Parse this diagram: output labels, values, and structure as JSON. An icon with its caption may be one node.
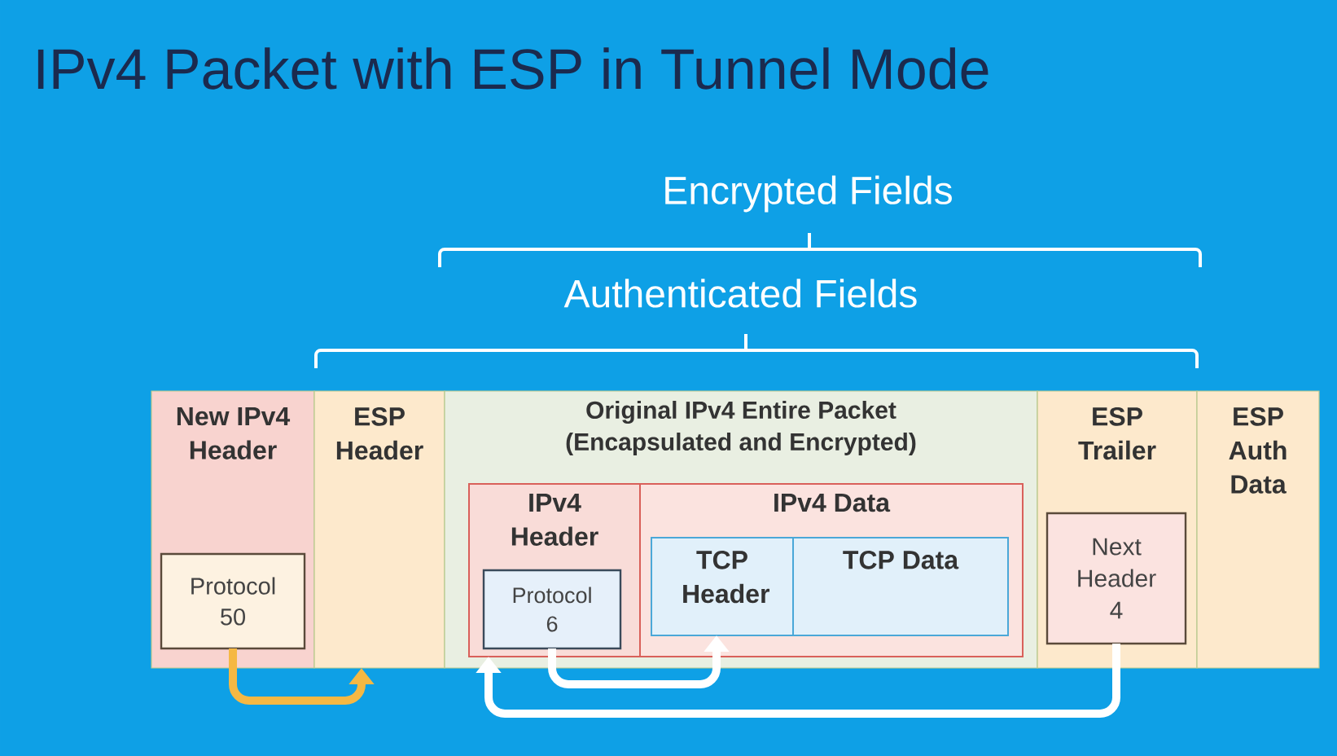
{
  "diagram": {
    "title": "IPv4 Packet with ESP in Tunnel Mode",
    "nodes": [
      {
        "text": [
          "New IPv4 Header"
        ]
      },
      {
        "text": [
          "Protocol 50"
        ],
        "in": 0
      },
      {
        "text": [
          "ESP Header"
        ]
      },
      {
        "text": [
          "Original IPv4 Entire Packet (Encapsulated and Encrypted)"
        ]
      },
      {
        "text": [
          "IPv4 Header"
        ],
        "in": 3
      },
      {
        "text": [
          "Protocol 6"
        ],
        "in": 4
      },
      {
        "text": [
          "IPv4 Data"
        ],
        "in": 3
      },
      {
        "text": [
          "TCP Header"
        ],
        "in": 6
      },
      {
        "text": [
          "TCP Data"
        ],
        "in": 6
      },
      {
        "text": [
          "ESP Trailer"
        ]
      },
      {
        "text": [
          "Next Header 4"
        ],
        "in": 9
      },
      {
        "text": [
          "ESP Auth Data"
        ]
      }
    ],
    "edges": [
      {
        "from": 1,
        "to": 2,
        "arrow": "to",
        "color": "#f5b843"
      },
      {
        "from": 5,
        "to": 7,
        "arrow": "to"
      },
      {
        "from": 10,
        "to": 4,
        "arrow": "to"
      }
    ],
    "labels": [
      "Encrypted Fields",
      "Authenticated Fields"
    ]
  }
}
